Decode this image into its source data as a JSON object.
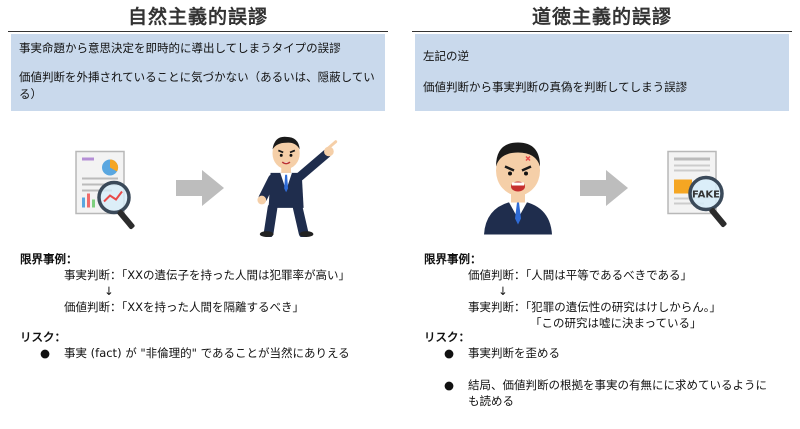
{
  "left": {
    "title": "自然主義的誤謬",
    "box_lines": [
      "事実命題から意思決定を即時的に導出してしまうタイプの誤謬",
      "価値判断を外挿されていることに気づかない（あるいは、隠蔽してい",
      "る）"
    ],
    "example_head": "限界事例：",
    "example_lines": [
      "事実判断：「XXの遺伝子を持った人間は犯罪率が高い」",
      "↓",
      "価値判断：「XXを持った人間を隔離するべき」"
    ],
    "risk_head": "リスク：",
    "risks": [
      "事実 (fact) が \"非倫理的\" であることが当然にありえる"
    ]
  },
  "right": {
    "title": "道徳主義的誤謬",
    "box_lines": [
      "左記の逆",
      "価値判断から事実判断の真偽を判断してしまう誤謬"
    ],
    "example_head": "限界事例：",
    "example_lines": [
      "価値判断：「人間は平等であるべきである」",
      "↓",
      "事実判断：「犯罪の遺伝性の研究はけしからん。」",
      "「この研究は嘘に決まっている」"
    ],
    "risk_head": "リスク：",
    "risks": [
      "事実判断を歪める",
      "結局、価値判断の根拠を事実の有無にに求めているように",
      "も読める"
    ]
  },
  "bullet": "●",
  "fake_text": "FAKE"
}
